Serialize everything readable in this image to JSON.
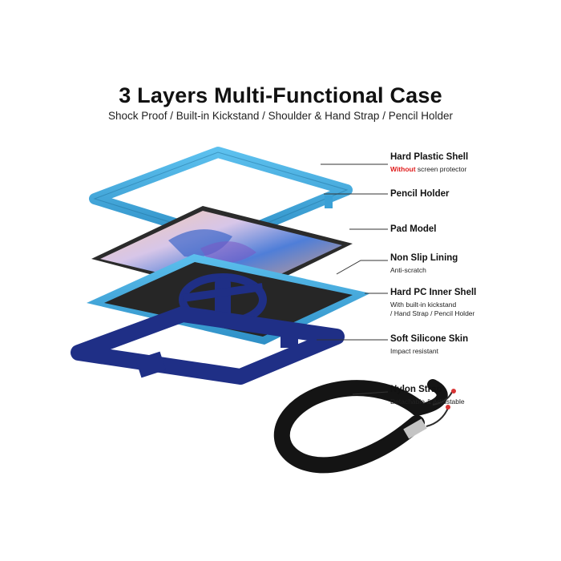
{
  "title": "3 Layers Multi-Functional Case",
  "subtitle": "Shock Proof / Built-in Kickstand / Shoulder & Hand Strap / Pencil Holder",
  "labels": [
    {
      "head": "Hard Plastic Shell",
      "desc_warn": "Without",
      "desc": " screen protector"
    },
    {
      "head": "Pencil Holder"
    },
    {
      "head": "Pad Model"
    },
    {
      "head": "Non Slip Lining",
      "desc": "Anti-scratch"
    },
    {
      "head": "Hard PC Inner Shell",
      "desc": "With built-in kickstand",
      "desc2": "/ Hand Strap / Pencil Holder"
    },
    {
      "head": "Soft Silicone Skin",
      "desc": "Impact resistant"
    },
    {
      "head": "Nylon Strap",
      "desc": "Detachable & Adjustable"
    }
  ],
  "colors": {
    "shell_blue": "#3aa0d6",
    "silicone_navy": "#1f2f86",
    "tablet_dark": "#2b2b2b",
    "strap_black": "#141414",
    "warning_red": "#e01b1b"
  }
}
